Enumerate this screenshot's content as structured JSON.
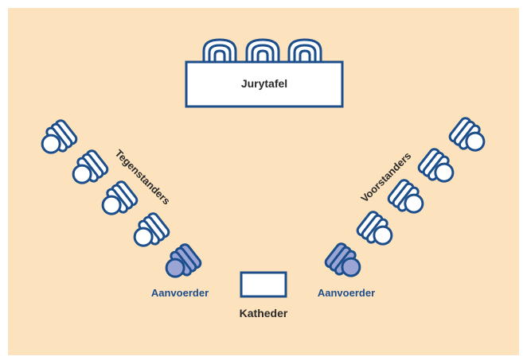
{
  "labels": {
    "jury_table": "Jurytafel",
    "lectern": "Katheder",
    "opponents": "Tegenstanders",
    "proponents": "Voorstanders",
    "captain_left": "Aanvoerder",
    "captain_right": "Aanvoerder"
  },
  "colors": {
    "background": "#fde3bd",
    "outline": "#1d4e8c",
    "seat": "#ffffff",
    "captain_seat": "#9aa5d6",
    "captain_text": "#1d4e8c",
    "text": "#2a2a2a"
  }
}
